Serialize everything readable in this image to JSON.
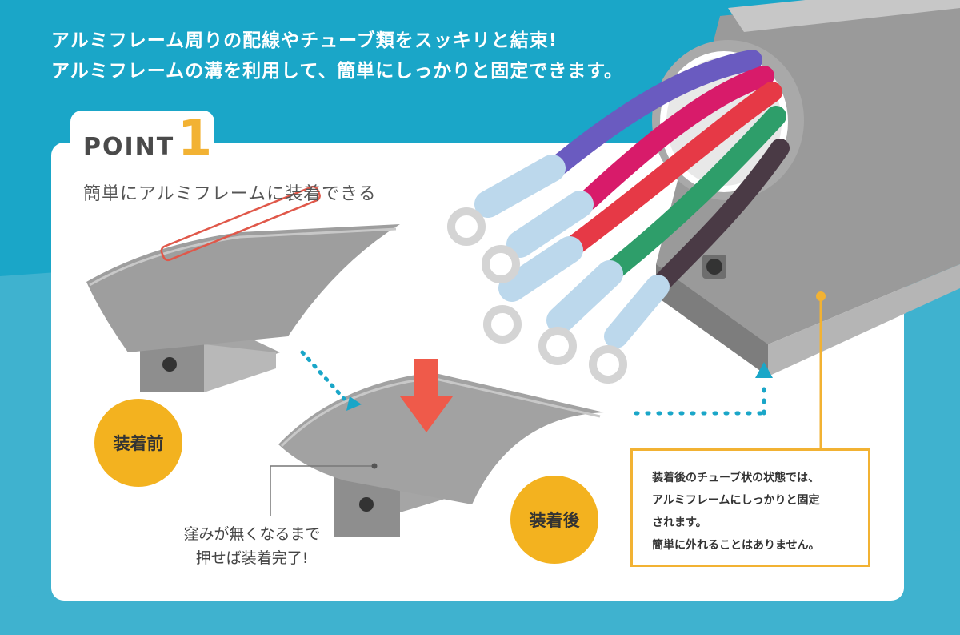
{
  "headline": {
    "line1": "アルミフレーム周りの配線やチューブ類をスッキリと結束!",
    "line2": "アルミフレームの溝を利用して、簡単にしっかりと固定できます。"
  },
  "point": {
    "label": "POINT",
    "number": "1",
    "subtitle": "簡単にアルミフレームに装着できる"
  },
  "badges": {
    "before": "装着前",
    "after": "装着後"
  },
  "caption": {
    "line1": "窪みが無くなるまで",
    "line2": "押せば装着完了!"
  },
  "note": {
    "line1": "装着後のチューブ状の状態では、",
    "line2": "アルミフレームにしっかりと固定",
    "line3": "されます。",
    "line4": "簡単に外れることはありません。"
  },
  "colors": {
    "background": "#1aa6c8",
    "accent_yellow": "#f3b21f",
    "arrow_red": "#ef5a4a",
    "dotted_cyan": "#1aa6c8",
    "cable_purple": "#6a5bc0",
    "cable_magenta": "#d81b6a",
    "cable_red": "#e63946",
    "cable_green": "#2e9e6a",
    "cable_dark": "#4a3a45",
    "sleeve_blue": "#bcd8ec"
  },
  "icons": [
    "aluminum-frame",
    "cable-bundle",
    "ring-terminal",
    "down-arrow",
    "dotted-arrow"
  ]
}
